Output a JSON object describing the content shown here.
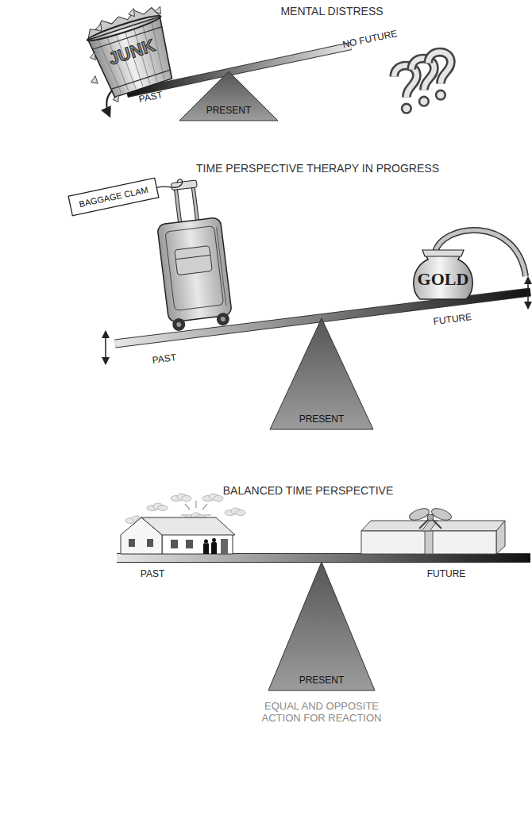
{
  "diagram": {
    "nodes": [
      {
        "text": [
          "JUNK"
        ]
      },
      {
        "text": [
          "PRESENT"
        ]
      },
      {
        "text": [
          "BAGGAGE CLAM"
        ]
      },
      {
        "text": [
          "GOLD"
        ]
      },
      {
        "text": [
          "PRESENT"
        ]
      },
      {
        "text": [
          "PRESENT"
        ]
      }
    ],
    "labels": [
      "MENTAL DISTRESS",
      "NO FUTURE",
      "PAST",
      "TIME PERSPECTIVE THERAPY IN PROGRESS",
      "PAST",
      "FUTURE",
      "BALANCED TIME PERSPECTIVE",
      "PAST",
      "FUTURE",
      "EQUAL AND OPPOSITE ACTION FOR REACTION"
    ]
  }
}
